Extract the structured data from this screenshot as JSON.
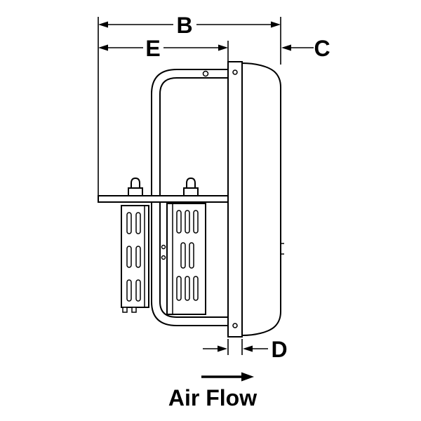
{
  "diagram": {
    "labels": {
      "dim_b": "B",
      "dim_e": "E",
      "dim_c": "C",
      "dim_d": "D",
      "air_flow": "Air Flow"
    },
    "colors": {
      "line": "#000000",
      "background": "#ffffff"
    }
  }
}
